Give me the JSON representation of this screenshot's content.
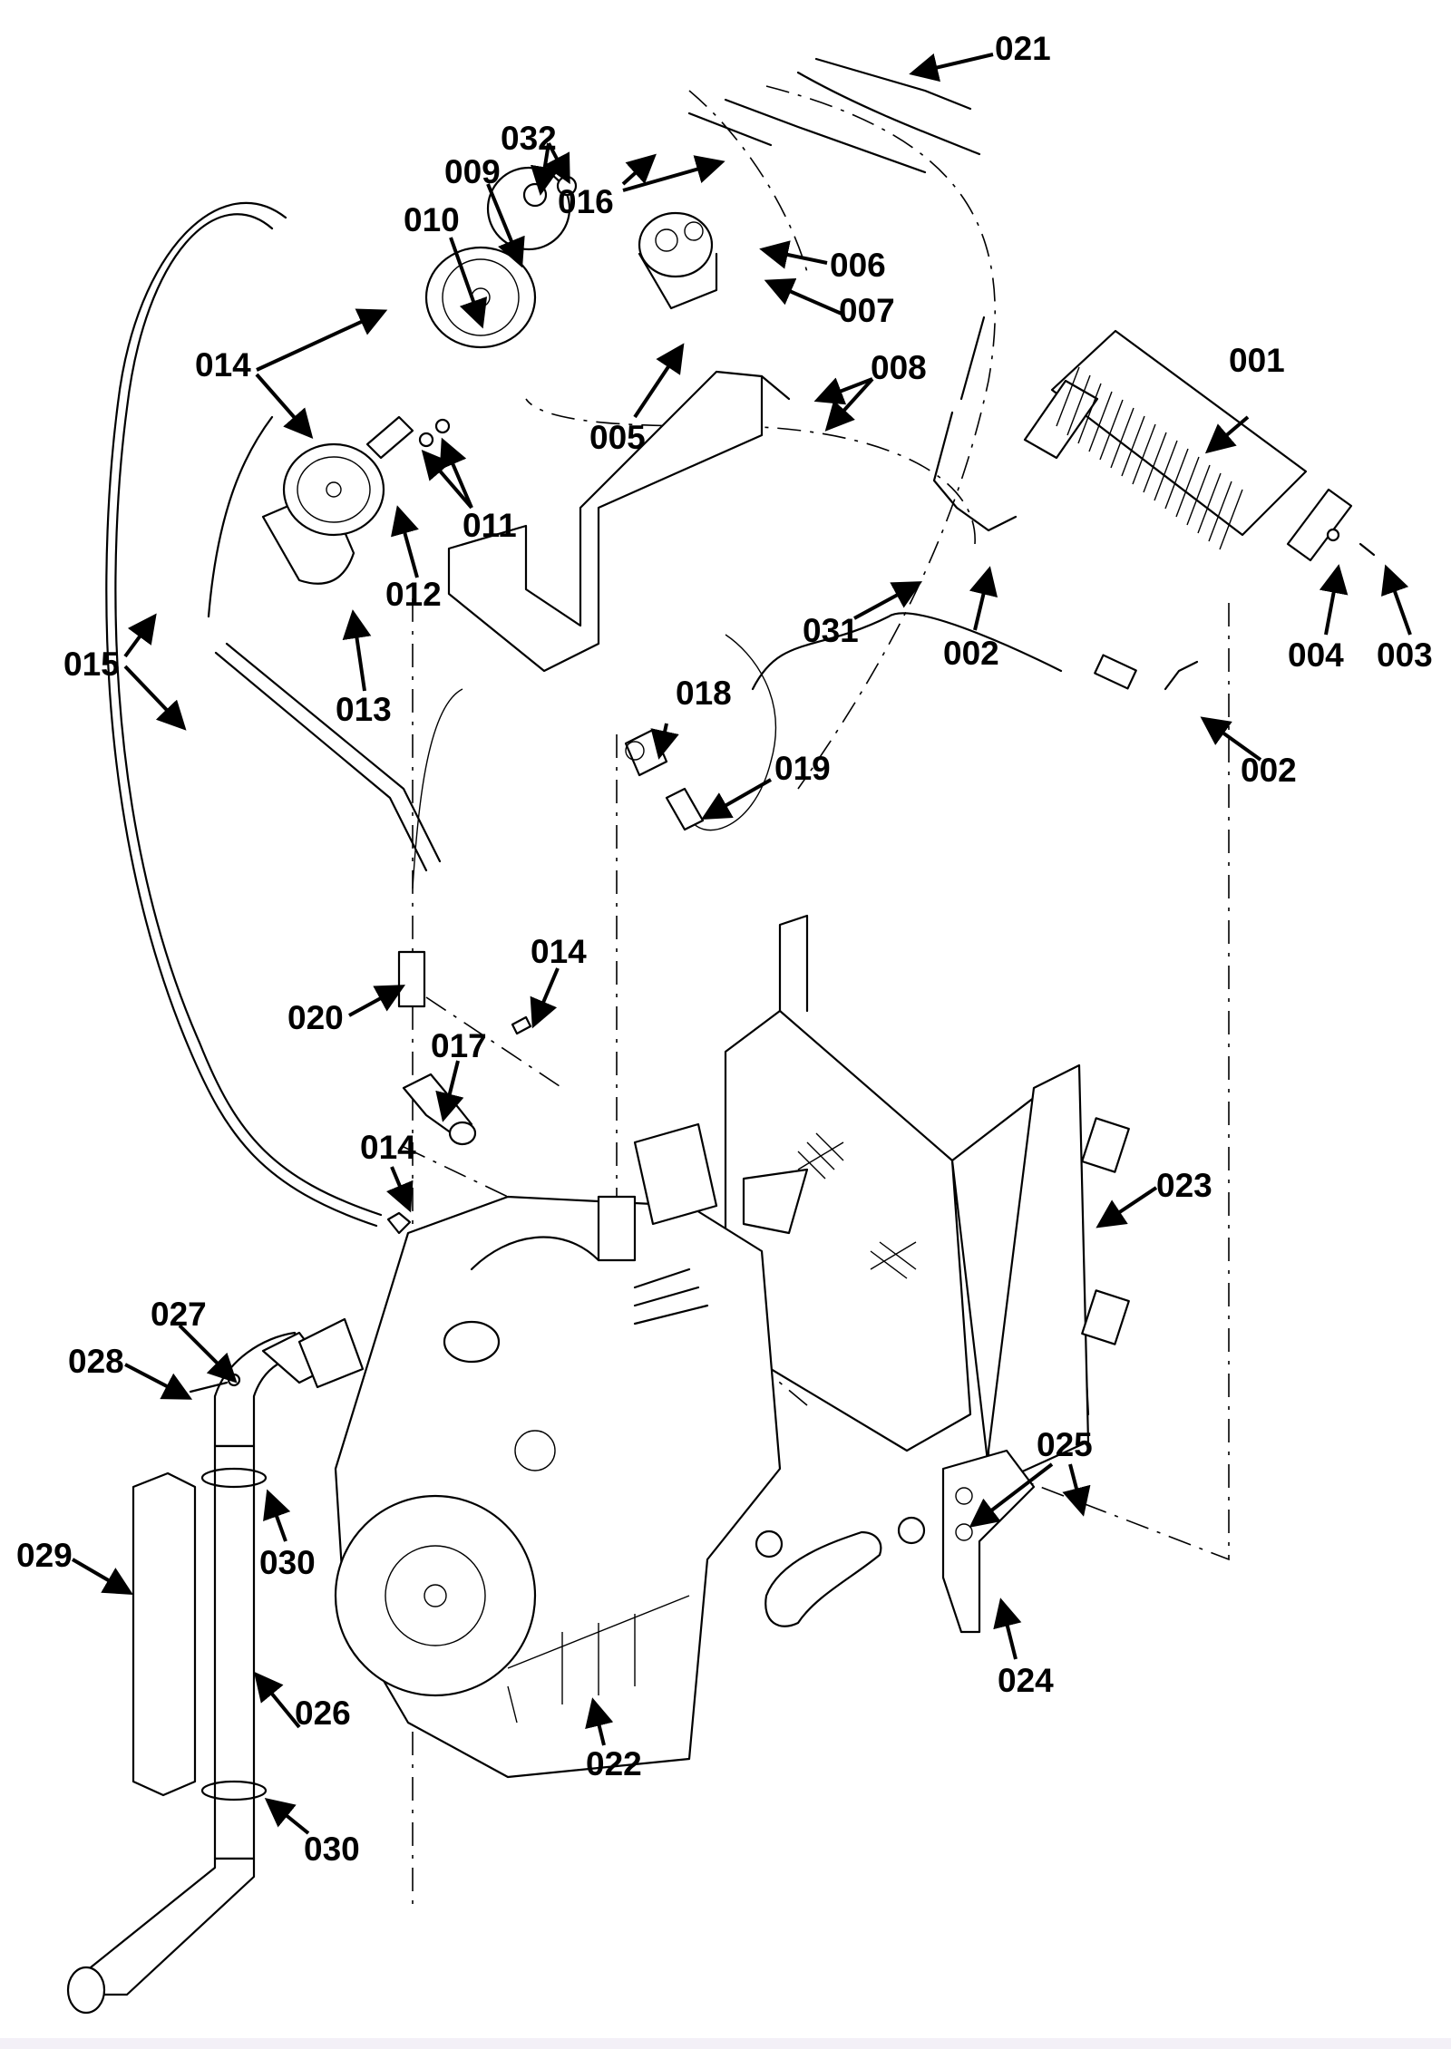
{
  "diagram": {
    "type": "exploded-parts-diagram",
    "subject": "engine with oil cooler, filter, hoses, radiator and exhaust",
    "callouts": [
      {
        "id": "001",
        "label": "001"
      },
      {
        "id": "002a",
        "label": "002"
      },
      {
        "id": "002b",
        "label": "002"
      },
      {
        "id": "003",
        "label": "003"
      },
      {
        "id": "004",
        "label": "004"
      },
      {
        "id": "005",
        "label": "005"
      },
      {
        "id": "006",
        "label": "006"
      },
      {
        "id": "007",
        "label": "007"
      },
      {
        "id": "008",
        "label": "008"
      },
      {
        "id": "009",
        "label": "009"
      },
      {
        "id": "010",
        "label": "010"
      },
      {
        "id": "011",
        "label": "011"
      },
      {
        "id": "012",
        "label": "012"
      },
      {
        "id": "013",
        "label": "013"
      },
      {
        "id": "014a",
        "label": "014"
      },
      {
        "id": "014b",
        "label": "014"
      },
      {
        "id": "014c",
        "label": "014"
      },
      {
        "id": "015",
        "label": "015"
      },
      {
        "id": "016",
        "label": "016"
      },
      {
        "id": "017",
        "label": "017"
      },
      {
        "id": "018",
        "label": "018"
      },
      {
        "id": "019",
        "label": "019"
      },
      {
        "id": "020",
        "label": "020"
      },
      {
        "id": "021",
        "label": "021"
      },
      {
        "id": "022",
        "label": "022"
      },
      {
        "id": "023",
        "label": "023"
      },
      {
        "id": "024",
        "label": "024"
      },
      {
        "id": "025",
        "label": "025"
      },
      {
        "id": "026",
        "label": "026"
      },
      {
        "id": "027",
        "label": "027"
      },
      {
        "id": "028",
        "label": "028"
      },
      {
        "id": "029",
        "label": "029"
      },
      {
        "id": "030a",
        "label": "030"
      },
      {
        "id": "030b",
        "label": "030"
      },
      {
        "id": "031",
        "label": "031"
      },
      {
        "id": "032",
        "label": "032"
      }
    ]
  }
}
